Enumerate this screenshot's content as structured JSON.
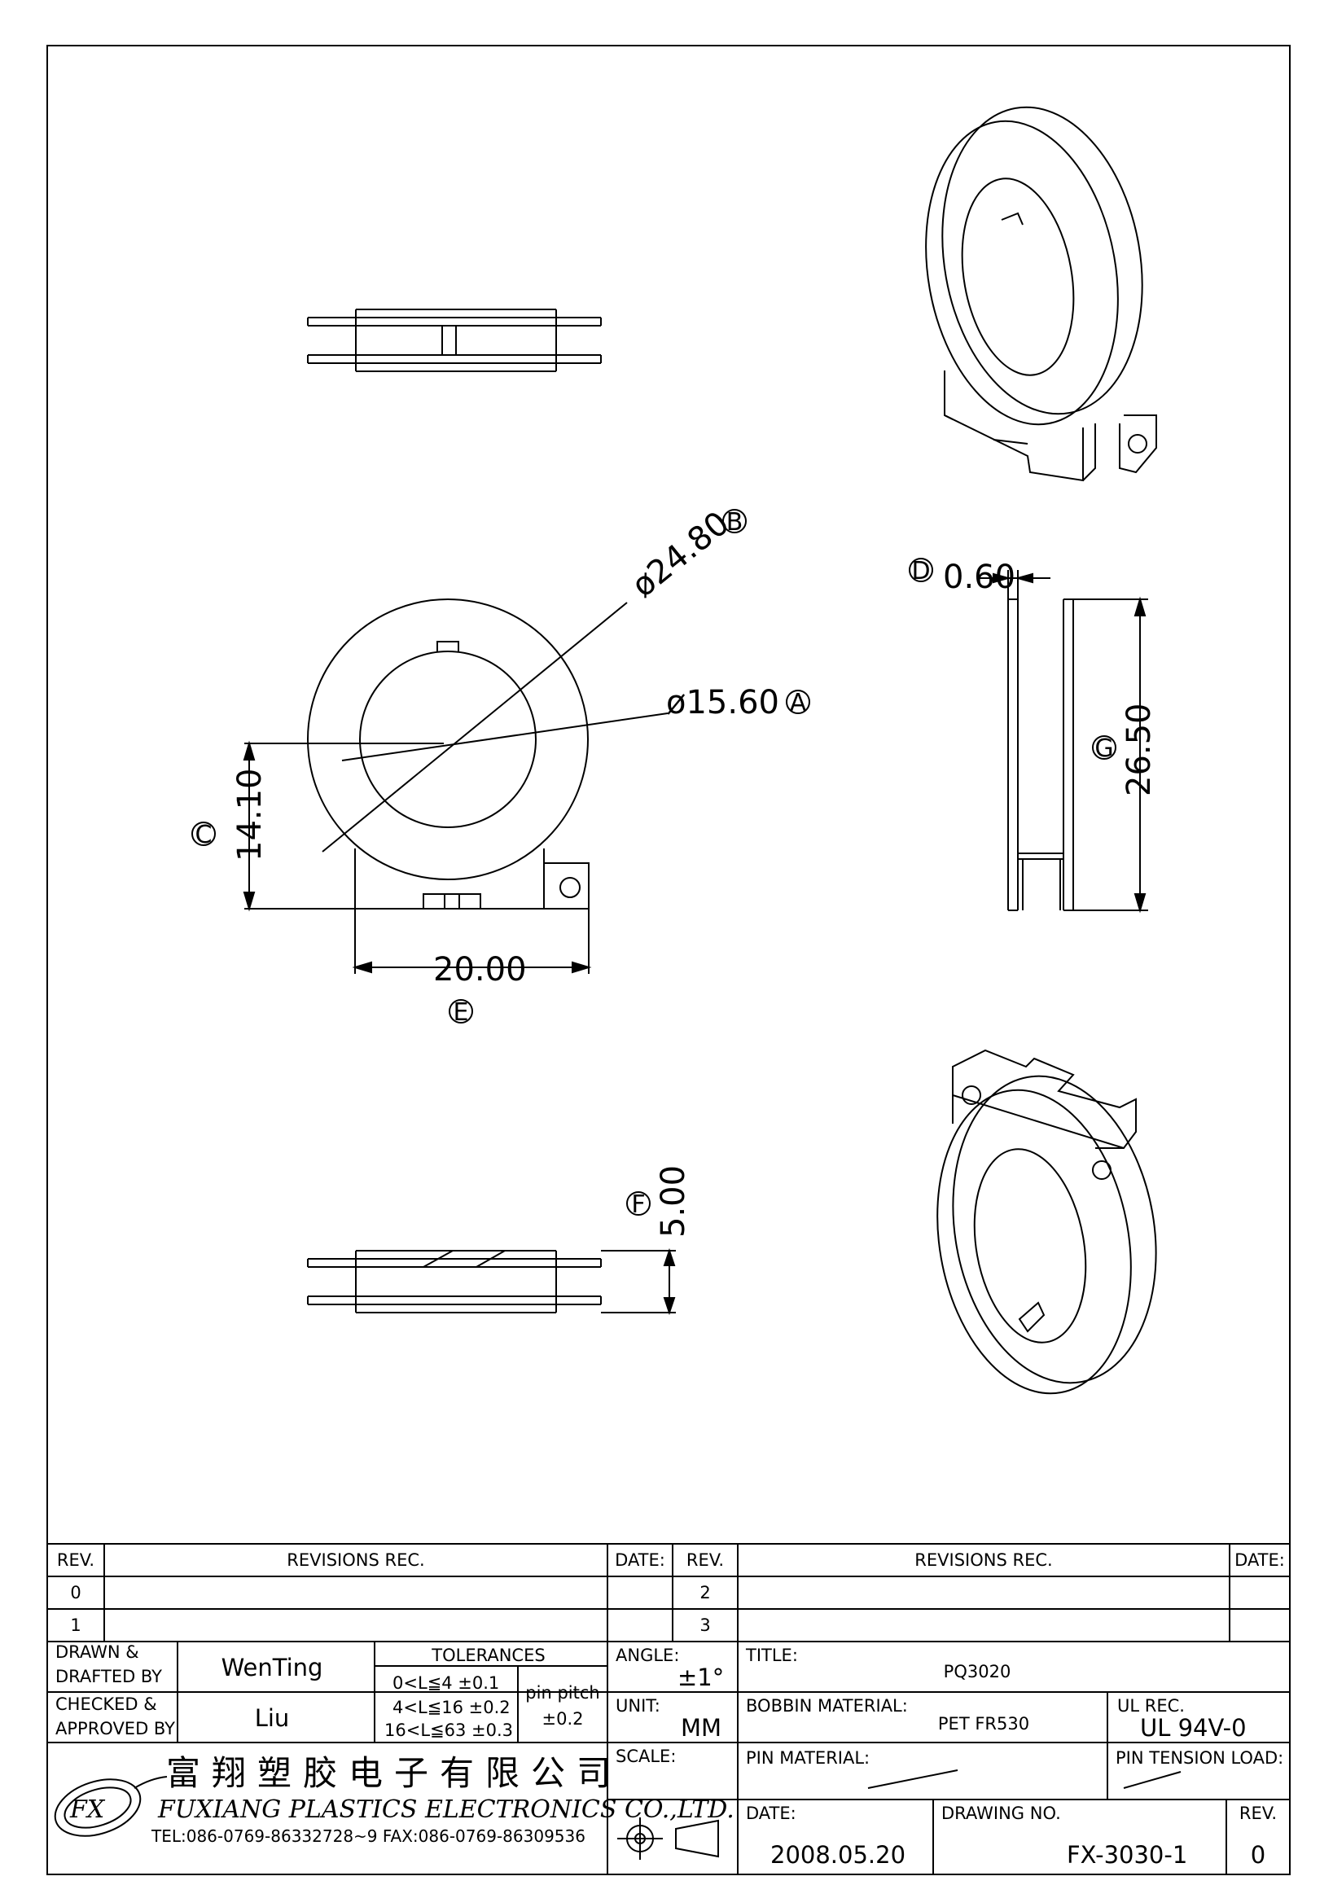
{
  "dimensions": {
    "outer_diameter": "ø24.80",
    "outer_diameter_ref": "B",
    "inner_diameter": "ø15.60",
    "inner_diameter_ref": "A",
    "center_height": "14.10",
    "center_height_ref": "C",
    "base_width": "20.00",
    "base_width_ref": "E",
    "flange_thickness": "0.60",
    "flange_thickness_ref": "D",
    "total_height": "26.50",
    "total_height_ref": "G",
    "pin_depth": "5.00",
    "pin_depth_ref": "F"
  },
  "revisions": {
    "rev_label": "REV.",
    "revisions_label": "REVISIONS   REC.",
    "date_label": "DATE:",
    "left_revs": [
      "0",
      "1"
    ],
    "right_revs": [
      "2",
      "3"
    ]
  },
  "title_block": {
    "drawn_label_1": "DRAWN &",
    "drawn_label_2": "DRAFTED BY",
    "drawn_by": "WenTing",
    "checked_label_1": "CHECKED &",
    "checked_label_2": "APPROVED BY",
    "checked_by": "Liu",
    "tolerances_label": "TOLERANCES",
    "tol_1": "0<L≦4   ±0.1",
    "tol_2": "4<L≦16  ±0.2",
    "tol_3": "16<L≦63  ±0.3",
    "pin_pitch_label": "pin pitch",
    "pin_pitch_value": "±0.2",
    "angle_label": "ANGLE:",
    "angle_value": "±1°",
    "unit_label": "UNIT:",
    "unit_value": "MM",
    "scale_label": "SCALE:",
    "title_label": "TITLE:",
    "title_value": "PQ3020",
    "bobbin_label": "BOBBIN MATERIAL:",
    "bobbin_value": "PET FR530",
    "ul_label": "UL REC.",
    "ul_value": "UL 94V-0",
    "pin_material_label": "PIN MATERIAL:",
    "pin_tension_label": "PIN TENSION LOAD:",
    "date_label": "DATE:",
    "date_value": "2008.05.20",
    "drawing_no_label": "DRAWING NO.",
    "drawing_no_value": "FX-3030-1",
    "rev_label": "REV.",
    "rev_value": "0"
  },
  "company": {
    "logo_text": "FX",
    "name_cn": "富翔塑胶电子有限公司",
    "name_en": "FUXIANG PLASTICS ELECTRONICS CO.,LTD.",
    "contact": "TEL:086-0769-86332728~9  FAX:086-0769-86309536"
  }
}
